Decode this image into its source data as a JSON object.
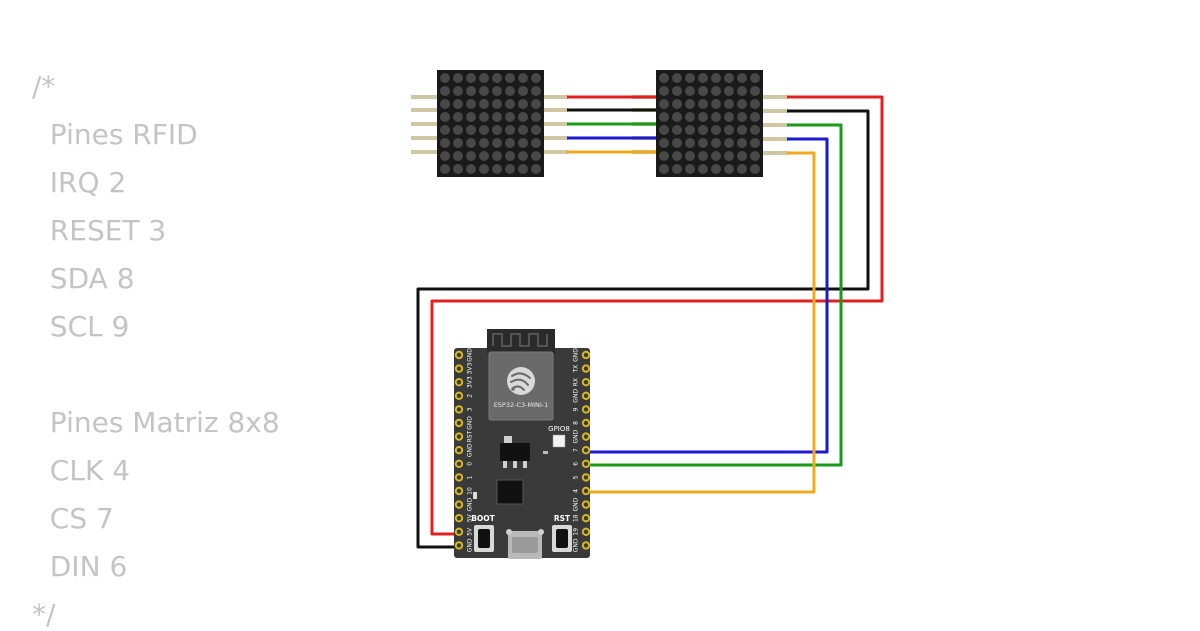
{
  "code_comment": {
    "lines": [
      "/*",
      "  Pines RFID",
      "  IRQ 2",
      "  RESET 3",
      "  SDA 8",
      "  SCL 9",
      "",
      "  Pines Matriz 8x8",
      "  CLK 4",
      "  CS 7",
      "  DIN 6",
      "*/"
    ]
  },
  "board": {
    "module_label": "ESP32-C3-MINI-1",
    "led_label": "GPIO8",
    "boot_label": "BOOT",
    "reset_label": "RST",
    "left_pins": [
      "GND",
      "3V3",
      "3V3",
      "2",
      "3",
      "GND",
      "RST",
      "GND",
      "0",
      "1",
      "10",
      "GND",
      "5V",
      "5V",
      "GND"
    ],
    "right_pins": [
      "GND",
      "TX",
      "RX",
      "GND",
      "9",
      "8",
      "GND",
      "7",
      "6",
      "5",
      "4",
      "GND",
      "18",
      "19",
      "GND"
    ],
    "logo_icon": "espressif-logo-icon"
  },
  "matrices": [
    {
      "name": "led-matrix-1",
      "rows": 8,
      "cols": 8
    },
    {
      "name": "led-matrix-2",
      "rows": 8,
      "cols": 8
    }
  ],
  "wire_colors": {
    "vcc": "#e02020",
    "gnd": "#111111",
    "din": "#1a9a1a",
    "cs": "#1a1ad0",
    "clk": "#f0a81e"
  },
  "colors": {
    "board": "#3a3a3a",
    "module": "#666666",
    "matrix": "#1a1a1a",
    "led_off": "#484848",
    "header_pin": "#cfc6a2",
    "gold": "#d8b820",
    "comment_text": "#c4c4c4"
  }
}
